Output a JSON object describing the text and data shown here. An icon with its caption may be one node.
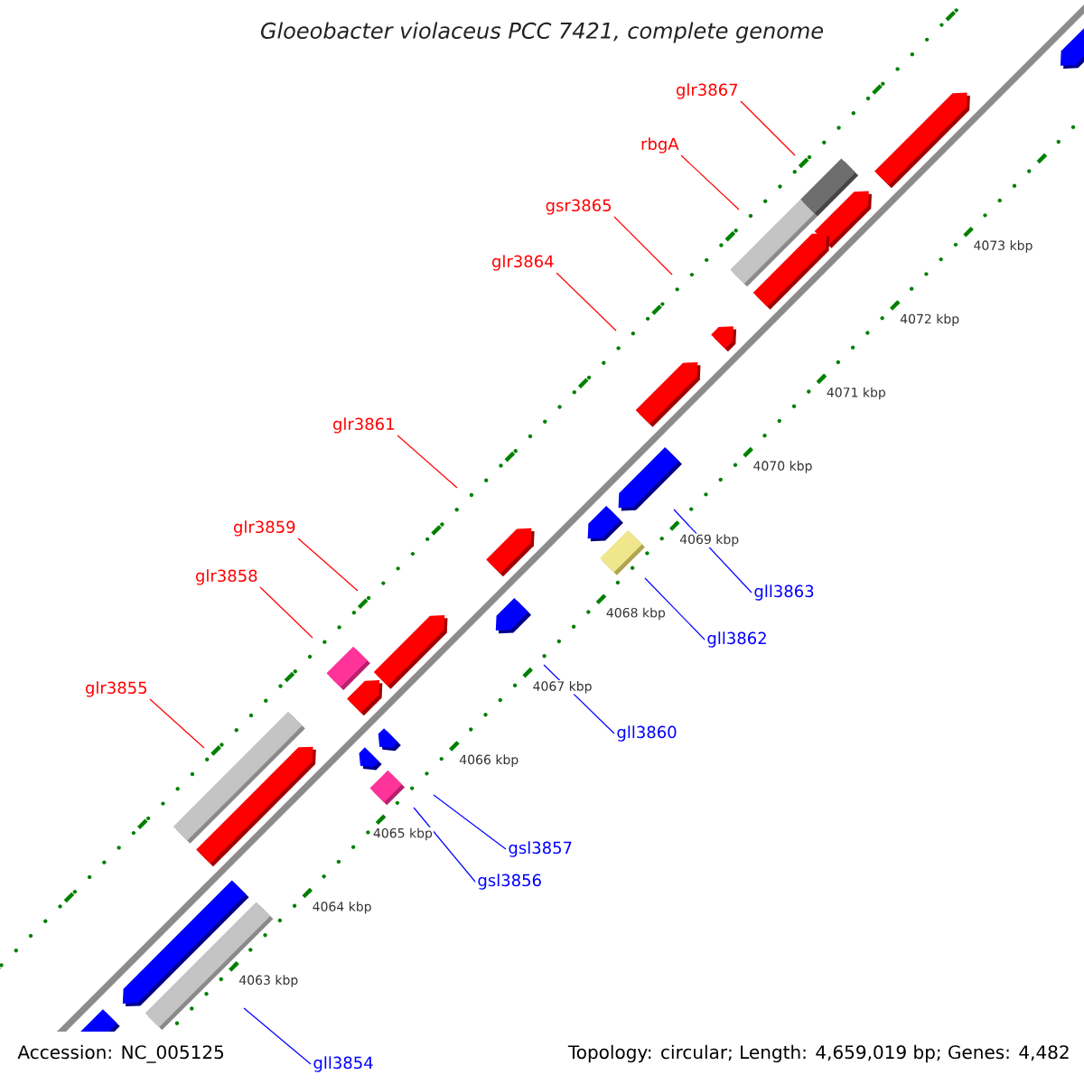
{
  "diagram": {
    "title": "Gloeobacter violaceus PCC 7421, complete genome",
    "nodes": [
      {
        "text": [
          "glr3867"
        ]
      },
      {
        "text": [
          "rbgA"
        ]
      },
      {
        "text": [
          "gsr3865"
        ]
      },
      {
        "text": [
          "glr3864"
        ]
      },
      {
        "text": [
          "glr3861"
        ]
      },
      {
        "text": [
          "glr3859"
        ]
      },
      {
        "text": [
          "glr3858"
        ]
      },
      {
        "text": [
          "gll3863"
        ]
      },
      {
        "text": [
          "gll3862"
        ]
      },
      {
        "text": [
          "glr3855"
        ]
      },
      {
        "text": [
          "gll3860"
        ]
      },
      {
        "text": [
          "gsl3857"
        ]
      },
      {
        "text": [
          "gsl3856"
        ]
      },
      {
        "text": [
          "gll3854"
        ]
      }
    ],
    "edges": [
      {
        "from": 0,
        "to": null,
        "arrow": "none"
      },
      {
        "from": 1,
        "to": null,
        "arrow": "none"
      },
      {
        "from": 2,
        "to": null,
        "arrow": "none"
      },
      {
        "from": 3,
        "to": null,
        "arrow": "none"
      },
      {
        "from": 4,
        "to": null,
        "arrow": "none"
      },
      {
        "from": 5,
        "to": null,
        "arrow": "none"
      },
      {
        "from": 6,
        "to": null,
        "arrow": "none"
      },
      {
        "from": 7,
        "to": null,
        "arrow": "none",
        "color": "#0000ff"
      },
      {
        "from": 8,
        "to": null,
        "arrow": "none",
        "color": "#0000ff"
      },
      {
        "from": 9,
        "to": null,
        "arrow": "none"
      },
      {
        "from": 10,
        "to": null,
        "arrow": "none",
        "color": "#0000ff"
      },
      {
        "from": 11,
        "to": null,
        "arrow": "none",
        "color": "#0000ff"
      },
      {
        "from": 12,
        "to": null,
        "arrow": "none",
        "color": "#0000ff"
      },
      {
        "from": 13,
        "to": null,
        "arrow": "none",
        "color": "#0000ff"
      }
    ],
    "labels": [
      "4073 kbp",
      "4072 kbp",
      "4071 kbp",
      "4070 kbp",
      "4069 kbp",
      "4068 kbp",
      "4067 kbp",
      "4066 kbp",
      "4065 kbp",
      "4064 kbp",
      "4063 kbp",
      "Accession: NC_005125",
      "Topology: circular; Length: 4,659,019 bp; Genes: 4,482"
    ]
  }
}
